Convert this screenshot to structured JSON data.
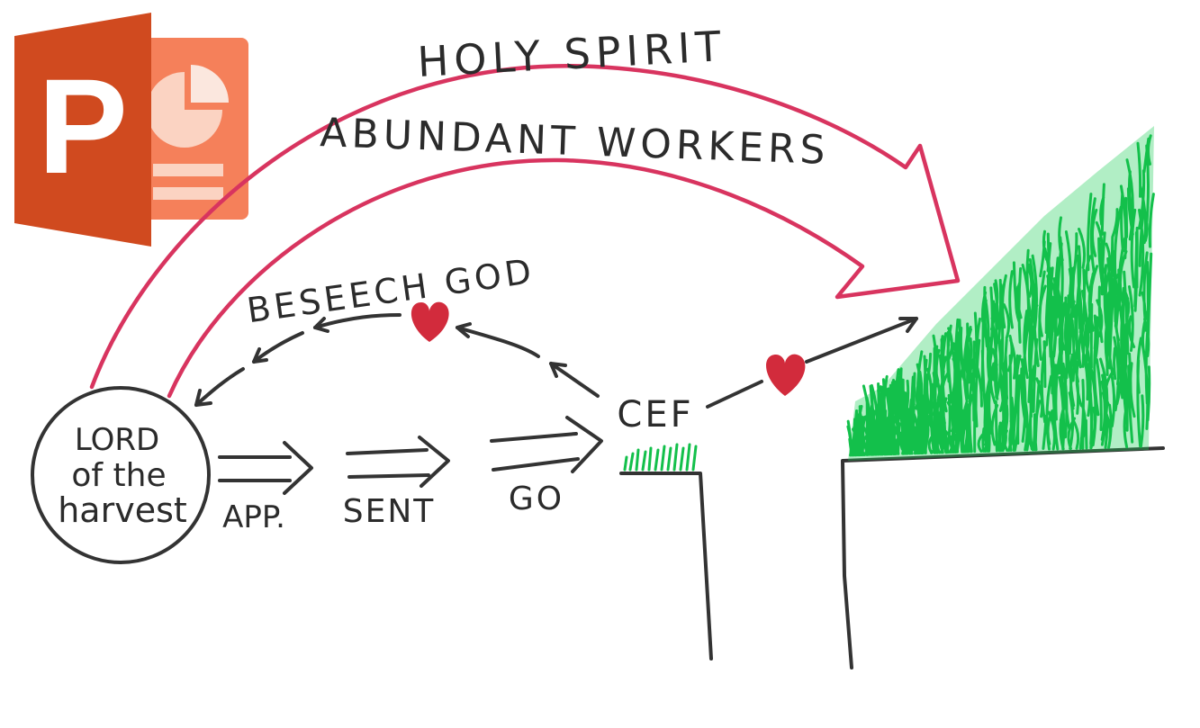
{
  "logo": {
    "letter": "P",
    "icon": "powerpoint-logo-icon"
  },
  "labels": {
    "holy_spirit": "HOLY SPIRIT",
    "abundant_workers": "ABUNDANT WORKERS",
    "beseech_god": "BESEECH GOD",
    "cef": "CEF",
    "lord_line1": "LORD",
    "lord_line2": "of the",
    "lord_line3": "harvest",
    "app": "APP.",
    "sent": "SENT",
    "go": "GO"
  },
  "icons": {
    "heart_left": "heart-icon",
    "heart_right": "heart-icon",
    "grass_small": "grass-icon",
    "grass_large": "grass-icon"
  },
  "colors": {
    "background": "#ffffff",
    "ink": "#333333",
    "arrow_red": "#d8345f",
    "heart_red": "#d22b3c",
    "grass_green": "#13c04b",
    "ppt_dark": "#d04a1f",
    "ppt_light": "#f5805a",
    "ppt_pale": "#fbd3c2"
  }
}
